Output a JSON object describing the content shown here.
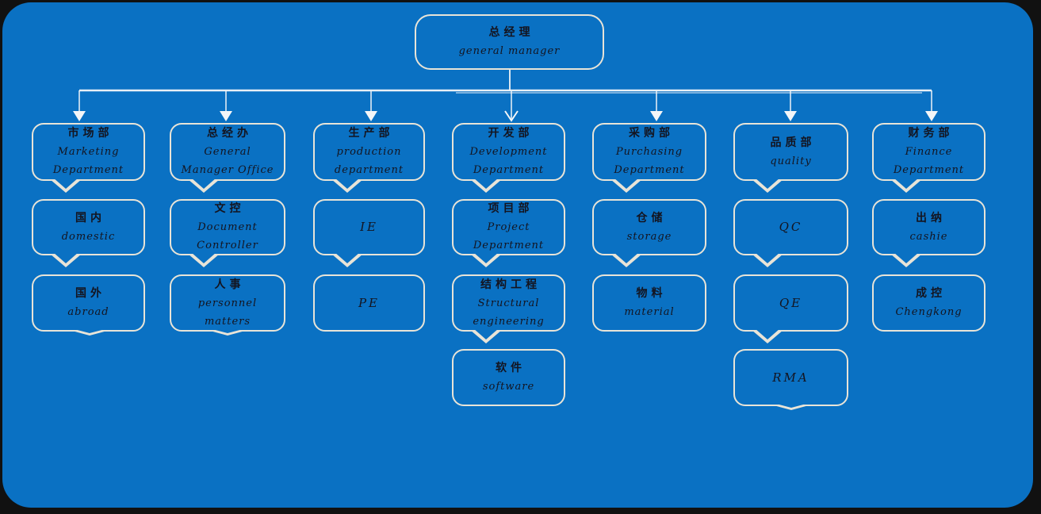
{
  "colors": {
    "canvas_blue": "#0a71c3",
    "frame_black": "#111111",
    "box_border_cream": "#e8e4d8",
    "text_ink": "#14141f",
    "connector_white": "#eef3f7"
  },
  "root": {
    "zh": "总经理",
    "en": "general manager"
  },
  "columns": [
    {
      "name": "marketing",
      "boxes": [
        {
          "zh": "市场部",
          "en": [
            "Marketing",
            "Department"
          ]
        },
        {
          "zh": "国内",
          "en": [
            "domestic"
          ]
        },
        {
          "zh": "国外",
          "en": [
            "abroad"
          ]
        }
      ]
    },
    {
      "name": "general-manager-office",
      "boxes": [
        {
          "zh": "总经办",
          "en": [
            "General",
            "Manager Office"
          ]
        },
        {
          "zh": "文控",
          "en": [
            "Document",
            "Controller"
          ]
        },
        {
          "zh": "人事",
          "en": [
            "personnel matters"
          ]
        }
      ]
    },
    {
      "name": "production",
      "boxes": [
        {
          "zh": "生产部",
          "en": [
            "production",
            "department"
          ]
        },
        {
          "zh": "",
          "en": [
            "IE"
          ]
        },
        {
          "zh": "",
          "en": [
            "PE"
          ]
        }
      ]
    },
    {
      "name": "development",
      "boxes": [
        {
          "zh": "开发部",
          "en": [
            "Development",
            "Department"
          ]
        },
        {
          "zh": "项目部",
          "en": [
            "Project Department"
          ]
        },
        {
          "zh": "结构工程",
          "en": [
            "Structural",
            "engineering"
          ]
        },
        {
          "zh": "软件",
          "en": [
            "software"
          ]
        }
      ]
    },
    {
      "name": "purchasing",
      "boxes": [
        {
          "zh": "采购部",
          "en": [
            "Purchasing",
            "Department"
          ]
        },
        {
          "zh": "仓储",
          "en": [
            "storage"
          ]
        },
        {
          "zh": "物料",
          "en": [
            "material"
          ]
        }
      ]
    },
    {
      "name": "quality",
      "boxes": [
        {
          "zh": "品质部",
          "en": [
            "quality"
          ]
        },
        {
          "zh": "",
          "en": [
            "QC"
          ]
        },
        {
          "zh": "",
          "en": [
            "QE"
          ]
        },
        {
          "zh": "",
          "en": [
            "RMA"
          ]
        }
      ]
    },
    {
      "name": "finance",
      "boxes": [
        {
          "zh": "财务部",
          "en": [
            "Finance",
            "Department"
          ]
        },
        {
          "zh": "出纳",
          "en": [
            "cashie"
          ]
        },
        {
          "zh": "成控",
          "en": [
            "Chengkong"
          ]
        }
      ]
    }
  ]
}
